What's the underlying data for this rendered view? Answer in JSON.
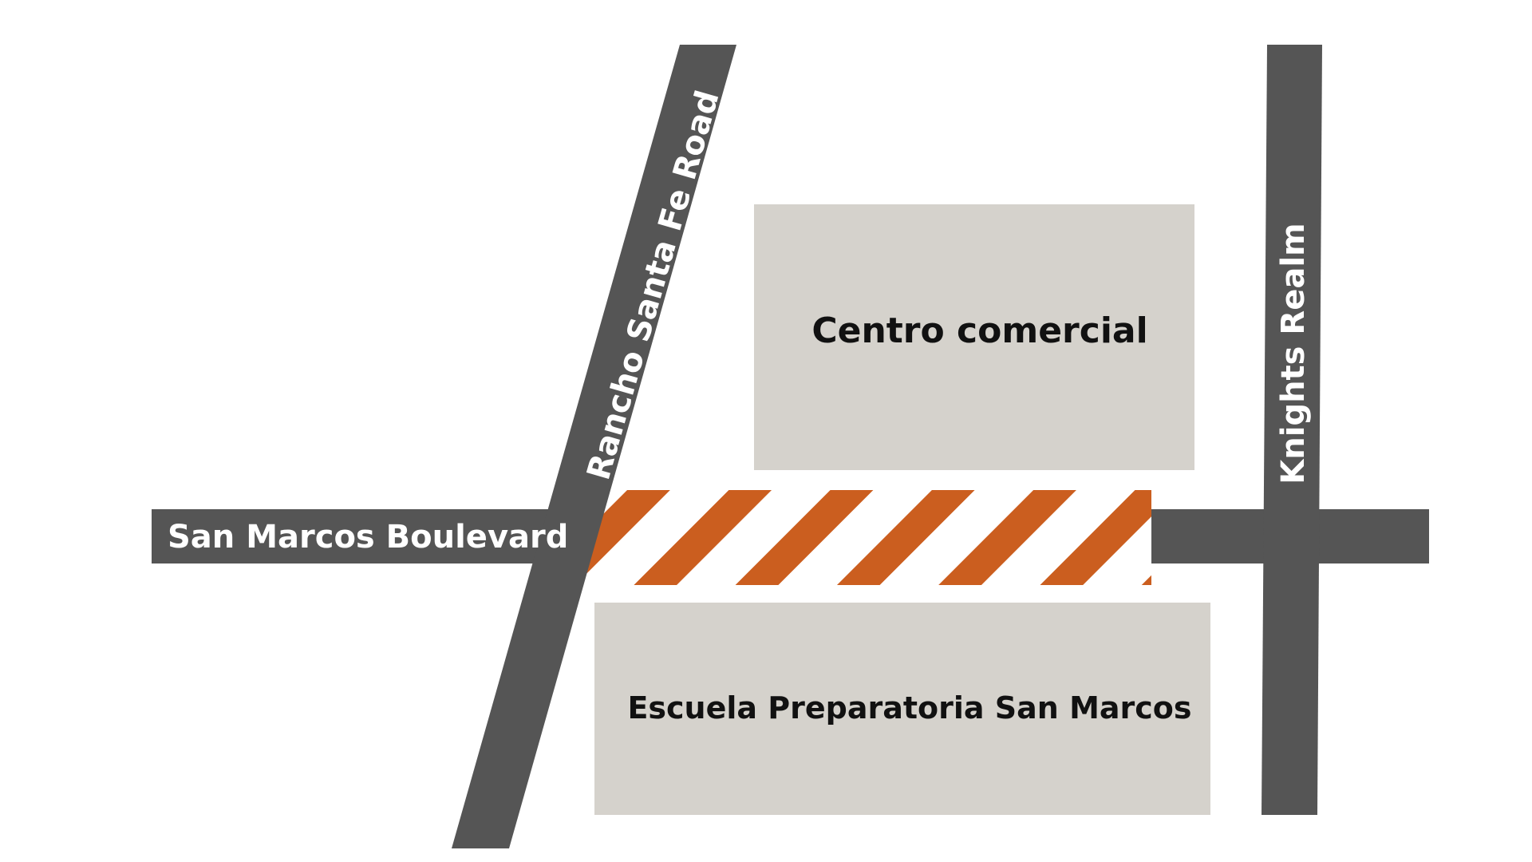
{
  "colors": {
    "background": "#ffffff",
    "road": "#555555",
    "road_text": "#ffffff",
    "block": "#d5d2cc",
    "block_text": "#111111",
    "closure_stripe": "#cb5e1f",
    "closure_base": "#ffffff"
  },
  "roads": {
    "san_marcos_boulevard": "San Marcos Boulevard",
    "rancho_santa_fe_road": "Rancho Santa Fe Road",
    "knights_realm": "Knights Realm"
  },
  "blocks": {
    "shopping_center": "Centro comercial",
    "high_school": "Escuela Preparatoria San Marcos"
  },
  "closure": {
    "pattern": "diagonal-stripes"
  }
}
